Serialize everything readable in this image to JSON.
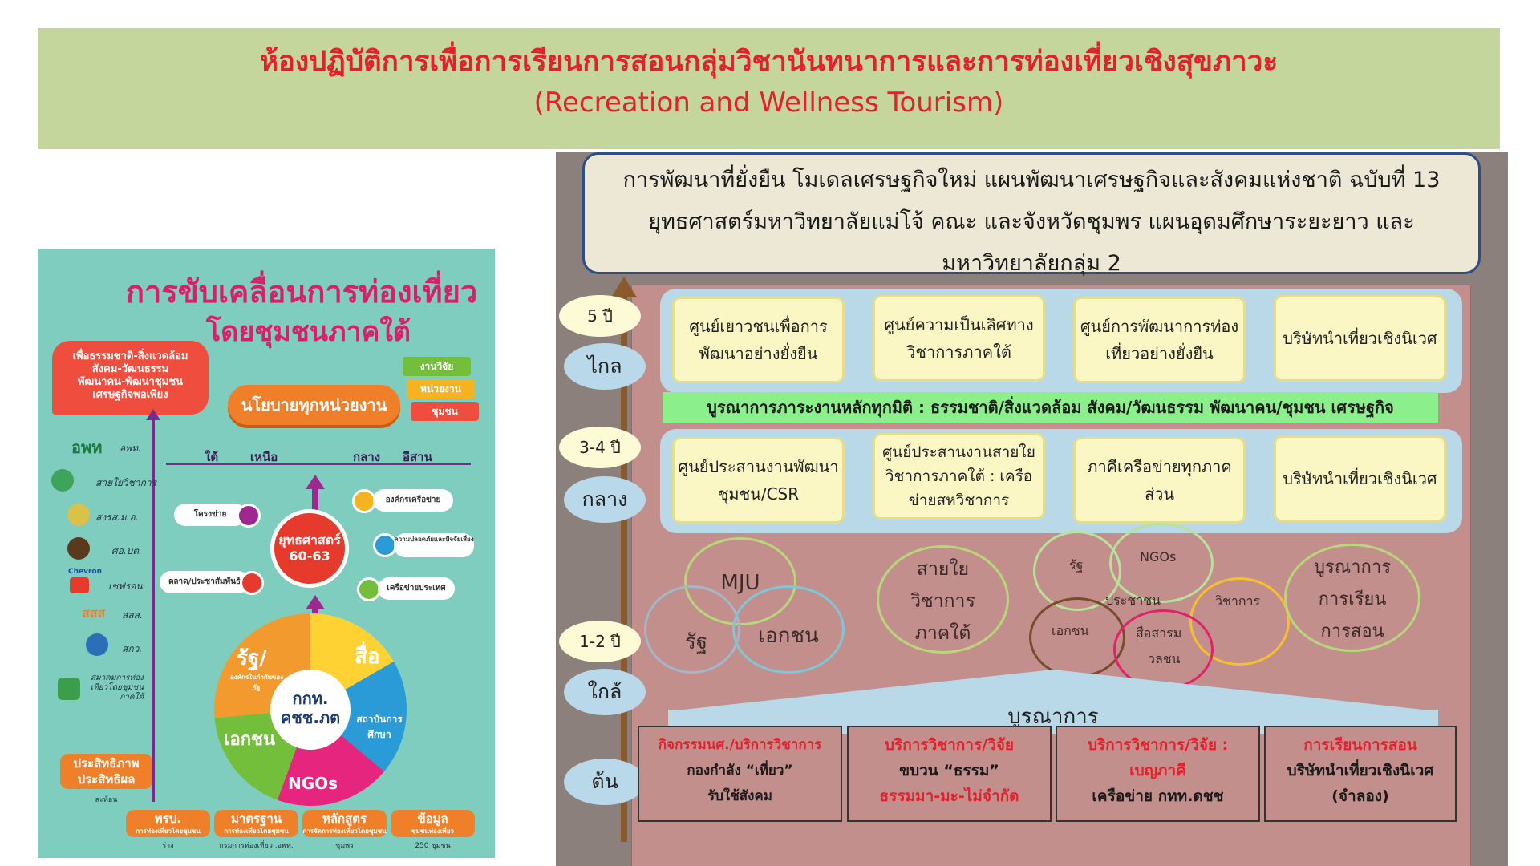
{
  "title": {
    "line1": "ห้องปฏิบัติการเพื่อการเรียนการสอนกลุ่มวิชานันทนาการและการท่องเที่ยวเชิงสุขภาวะ",
    "line2": "(Recreation and Wellness Tourism)"
  },
  "poster": {
    "title_line1": "การขับเคลื่อนการท่องเที่ยว",
    "title_line2": "โดยชุมชนภาคใต้",
    "goal_bubble": [
      "เพื่อธรรมชาติ-สิ่งแวดล้อม",
      "สังคม-วัฒนธรรม",
      "พัฒนาคน-พัฒนาชุมชน",
      "เศรษฐกิจพอเพียง"
    ],
    "policy": "นโยบายทุกหน่วยงาน",
    "tags": [
      "งานวิจัย",
      "หน่วยงาน",
      "ชุมชน"
    ],
    "regions": [
      "ใต้",
      "เหนือ",
      "กลาง",
      "อีสาน"
    ],
    "sponsors": [
      {
        "logo": "อพท",
        "label": "อพท."
      },
      {
        "logo": "",
        "label": "สายใยวิชาการ"
      },
      {
        "logo": "",
        "label": "สงรส.ม.อ."
      },
      {
        "logo": "",
        "label": "ศอ.บต."
      },
      {
        "logo": "Chevron",
        "label": "เชฟรอน"
      },
      {
        "logo": "สสส",
        "label": "สสส."
      },
      {
        "logo": "",
        "label": "สกว."
      },
      {
        "logo": "",
        "label": "สมาคมการท่องเที่ยวโดยชุมชนภาคใต้"
      }
    ],
    "strategy": {
      "line1": "ยุทธศาสตร์",
      "line2": "60-63"
    },
    "capabilities_left": [
      "โครงข่าย",
      "ตลาด/ประชาสัมพันธ์"
    ],
    "capabilities_right": [
      "องค์กรเครือข่าย",
      "ความปลอดภัยและปัจจัยเสี่ยง",
      "เครือข่ายประเทศ"
    ],
    "wheel": {
      "center_line1": "กกท.",
      "center_line2": "คชช.ภต",
      "segments": [
        "รัฐ/",
        "องค์กรในกำกับของรัฐ",
        "สื่อ",
        "สถาบันการศึกษา",
        "NGOs",
        "เอกชน"
      ]
    },
    "efficiency": {
      "line1": "ประสิทธิภาพ",
      "line2": "ประสิทธิผล",
      "note": "สะท้อน"
    },
    "bottom": [
      {
        "label": "พรบ.",
        "sub": "การท่องเที่ยวโดยชุมชน",
        "note": "ร่าง"
      },
      {
        "label": "มาตรฐาน",
        "sub": "การท่องเที่ยวโดยชุมชน",
        "note": "กรมการท่องเที่ยว ,อพท."
      },
      {
        "label": "หลักสูตร",
        "sub": "การจัดการท่องเที่ยวโดยชุมชน",
        "note": "ชุมพร"
      },
      {
        "label": "ข้อมูล",
        "sub": "ชุมชนท่องเที่ยว",
        "note": "250 ชุมชน"
      }
    ],
    "colors": {
      "background": "#7fcdbf",
      "title": "#d91f6a",
      "accent": "#f07f2a",
      "axis": "#7b2a8c"
    }
  },
  "diagram": {
    "header": [
      "การพัฒนาที่ยั่งยืน  โมเดลเศรษฐกิจใหม่  แผนพัฒนาเศรษฐกิจและสังคมแห่งชาติ ฉบับที่ 13",
      "ยุทธศาสตร์มหาวิทยาลัยแม่โจ้ คณะ และจังหวัดชุมพร  แผนอุดมศึกษาระยะยาว และ",
      "มหาวิทยาลัยกลุ่ม 2"
    ],
    "years": [
      "5 ปี",
      "3-4 ปี",
      "1-2 ปี"
    ],
    "phases": [
      "ไกล",
      "กลาง",
      "ใกล้",
      "ต้น"
    ],
    "tier_far": [
      "ศูนย์เยาวชนเพื่อการพัฒนาอย่างยั่งยืน",
      "ศูนย์ความเป็นเลิศทางวิชาการภาคใต้",
      "ศูนย์การพัฒนาการท่องเที่ยวอย่างยั่งยืน",
      "บริษัทนำเที่ยวเชิงนิเวศ"
    ],
    "integration_bar": "บูรณาการภาระงานหลักทุกมิติ : ธรรมชาติ/สิ่งแวดล้อม สังคม/วัฒนธรรม พัฒนาคน/ชุมชน เศรษฐกิจ",
    "tier_mid": [
      "ศูนย์ประสานงานพัฒนาชุมชน/CSR",
      "ศูนย์ประสานงานสายใยวิชาการภาคใต้ : เครือข่ายสหวิชาการ",
      "ภาคีเครือข่ายทุกภาคส่วน",
      "บริษัทนำเที่ยวเชิงนิเวศ"
    ],
    "venn1": {
      "top": "MJU",
      "left": "รัฐ",
      "right": "เอกชน"
    },
    "venn2": {
      "line1": "สายใย",
      "line2": "วิชาการ",
      "line3": "ภาคใต้"
    },
    "venn3": {
      "a": "รัฐ",
      "b": "NGOs",
      "c": "ประชาชน",
      "d": "วิชาการ",
      "e": "เอกชน",
      "f": "สื่อสารม",
      "g": "วลชน"
    },
    "venn4": {
      "line1": "บูรณาการ",
      "line2": "การเรียน",
      "line3": "การสอน"
    },
    "integration_label": "บูรณาการ",
    "activities": [
      {
        "line1": "กิจกรรมนศ./บริการวิชาการ",
        "line2": "กองกำลัง “เที่ยว”",
        "line3": "รับใช้สังคม"
      },
      {
        "line1": "บริการวิชาการ/วิจัย",
        "line2": "ขบวน “ธรรม”",
        "line3": "ธรรมมา-มะ-ไม่จำกัด"
      },
      {
        "line1": "บริการวิชาการ/วิจัย :",
        "line2": "เบญภาคี",
        "line3": "เครือข่าย กทท.ดชช"
      },
      {
        "line1": "การเรียนการสอน",
        "line2": "บริษัทนำเที่ยวเชิงนิเวศ",
        "line3": "(จำลอง)"
      }
    ],
    "colors": {
      "frame": "#c38f8d",
      "band": "#b9d8e8",
      "card": "#fbf7c5",
      "green_bar": "#8bf08b",
      "header_border": "#2d4f87"
    }
  }
}
